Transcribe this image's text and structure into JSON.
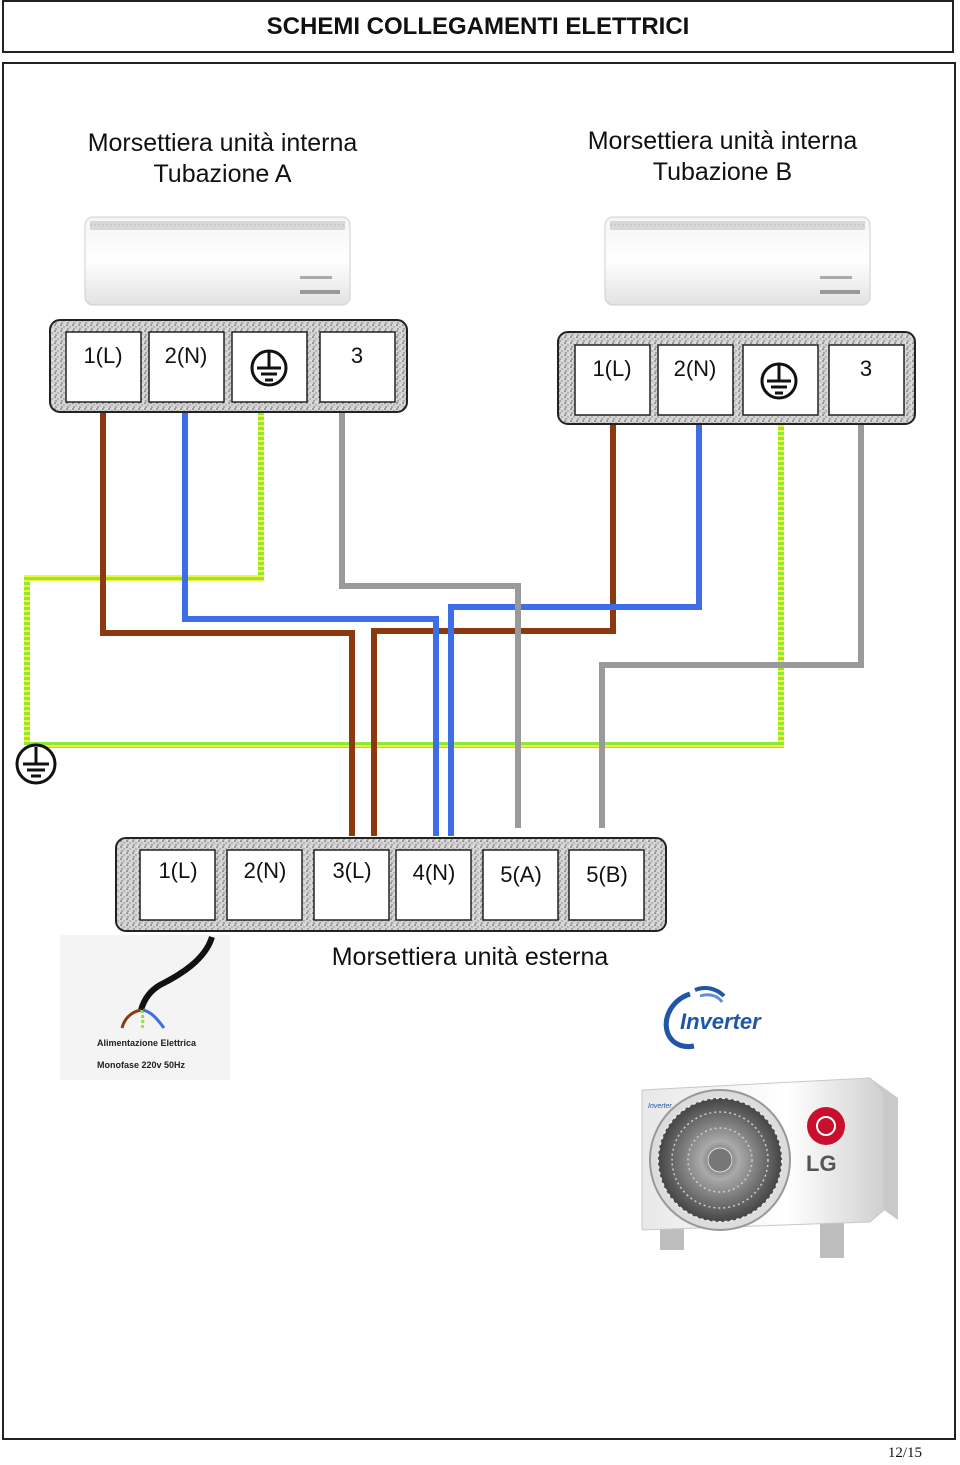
{
  "header": {
    "title": "SCHEMI COLLEGAMENTI ELETTRICI"
  },
  "indoor_a": {
    "title_line1": "Morsettiera unità interna",
    "title_line2": "Tubazione A",
    "terminals": [
      "1(L)",
      "2(N)",
      "",
      "3"
    ]
  },
  "indoor_b": {
    "title_line1": "Morsettiera unità interna",
    "title_line2": "Tubazione B",
    "terminals": [
      "1(L)",
      "2(N)",
      "",
      "3"
    ]
  },
  "outdoor": {
    "title": "Morsettiera unità esterna",
    "terminals": [
      "1(L)",
      "2(N)",
      "3(L)",
      "4(N)",
      "5(A)",
      "5(B)"
    ]
  },
  "power_supply": {
    "line1": "Alimentazione Elettrica",
    "line2": "Monofase 220v 50Hz"
  },
  "inverter_logo": {
    "text": "Inverter"
  },
  "outdoor_unit": {
    "brand": "LG"
  },
  "wire_colors": {
    "line": "#8b3a0f",
    "neutral": "#3d6ee8",
    "earth": "#8ee83a",
    "signal": "#9a9a9a"
  },
  "footer": {
    "page": "12/15"
  }
}
